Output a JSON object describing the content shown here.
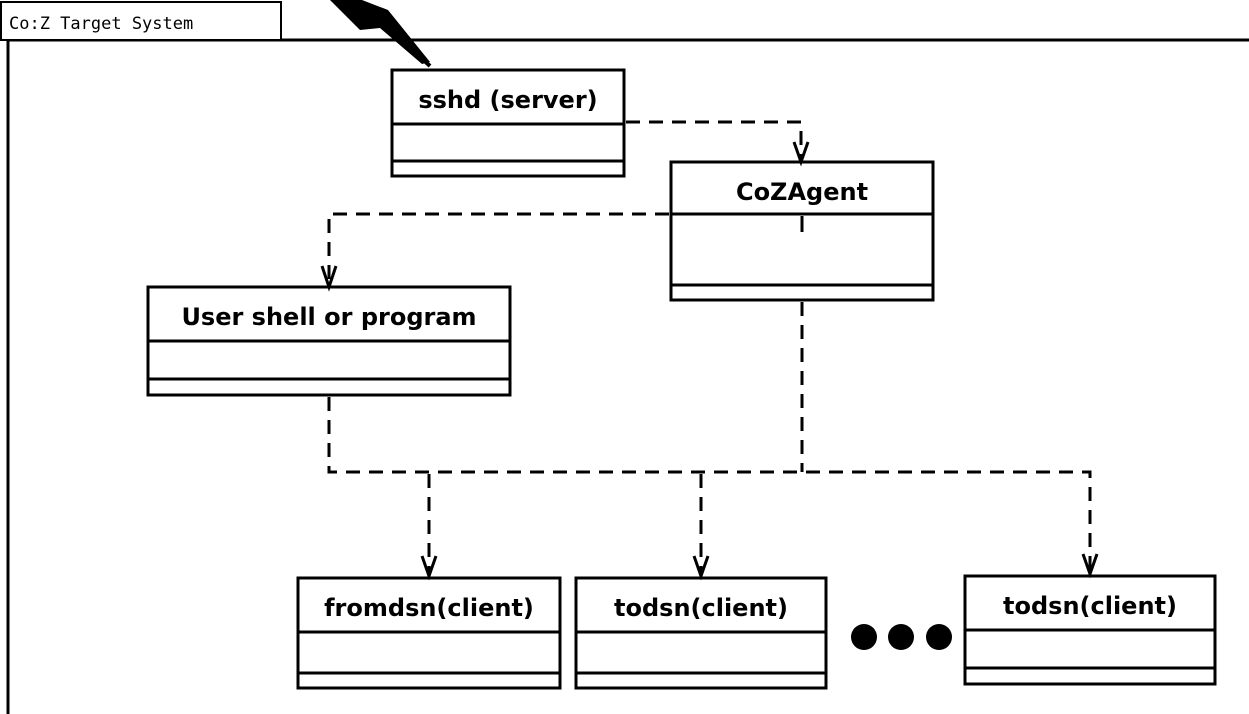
{
  "package": {
    "title": "Co:Z Target System"
  },
  "classes": {
    "sshd": "sshd (server)",
    "cozagent": "CoZAgent",
    "user_shell": "User shell or program",
    "fromdsn": "fromdsn(client)",
    "todsn1": "todsn(client)",
    "todsn2": "todsn(client)"
  },
  "colors": {
    "line": "#000000",
    "background": "#ffffff"
  }
}
